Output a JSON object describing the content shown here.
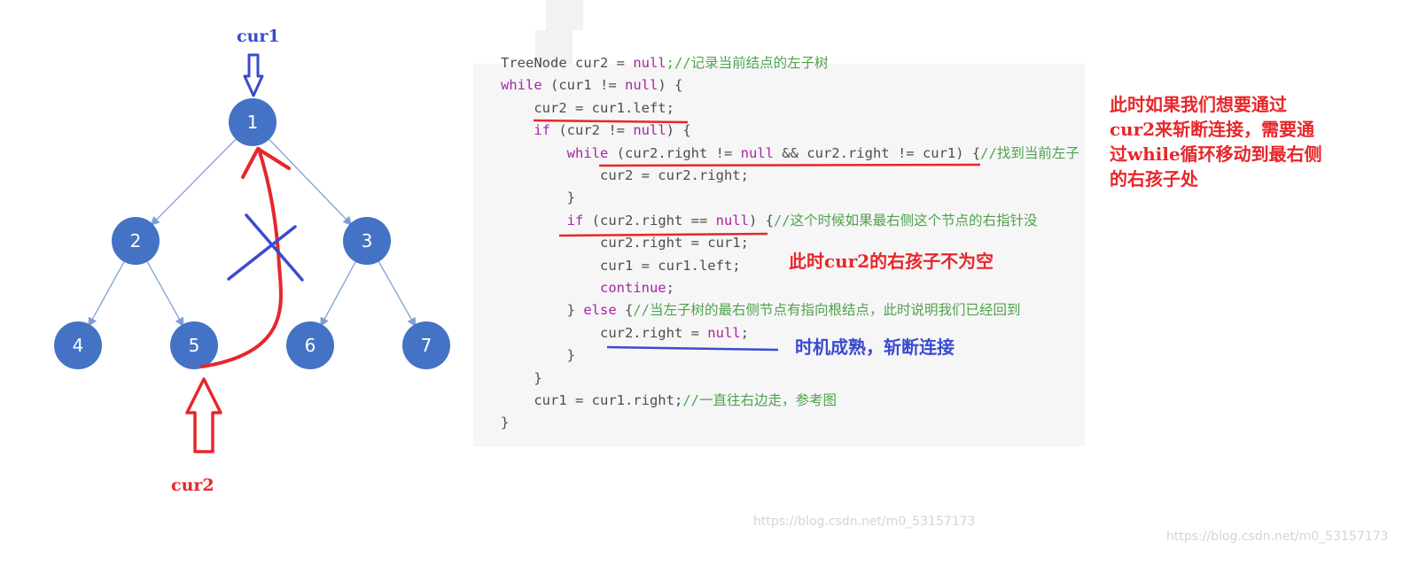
{
  "tree": {
    "nodes": [
      "1",
      "2",
      "3",
      "4",
      "5",
      "6",
      "7"
    ],
    "colors": {
      "node_fill": "#4472c4",
      "edge": "#7f9fd4",
      "red": "#e8262a",
      "blue": "#3a4bd0"
    }
  },
  "pointers": {
    "cur1": "cur1",
    "cur2": "cur2"
  },
  "code": {
    "lines": [
      [
        {
          "t": "TreeNode cur2 = "
        },
        {
          "t": "null",
          "c": "kw"
        },
        {
          "t": ";//记录当前结点的左子树",
          "c": "cm"
        }
      ],
      [
        {
          "t": "while",
          "c": "kw"
        },
        {
          "t": " (cur1 != "
        },
        {
          "t": "null",
          "c": "kw"
        },
        {
          "t": ") {"
        }
      ],
      [
        {
          "t": "    cur2 = cur1.left;"
        }
      ],
      [
        {
          "t": "    "
        },
        {
          "t": "if",
          "c": "kw"
        },
        {
          "t": " (cur2 != "
        },
        {
          "t": "null",
          "c": "kw"
        },
        {
          "t": ") {"
        }
      ],
      [
        {
          "t": "        "
        },
        {
          "t": "while",
          "c": "kw"
        },
        {
          "t": " (cur2.right != "
        },
        {
          "t": "null",
          "c": "kw"
        },
        {
          "t": " && cur2.right != cur1) {"
        },
        {
          "t": "//找到当前左子",
          "c": "cm"
        }
      ],
      [
        {
          "t": "            cur2 = cur2.right;"
        }
      ],
      [
        {
          "t": "        }"
        }
      ],
      [
        {
          "t": "        "
        },
        {
          "t": "if",
          "c": "kw"
        },
        {
          "t": " (cur2.right == "
        },
        {
          "t": "null",
          "c": "kw"
        },
        {
          "t": ") {"
        },
        {
          "t": "//这个时候如果最右侧这个节点的右指针没",
          "c": "cm"
        }
      ],
      [
        {
          "t": "            cur2.right = cur1;"
        }
      ],
      [
        {
          "t": "            cur1 = cur1.left;"
        }
      ],
      [
        {
          "t": "            "
        },
        {
          "t": "continue",
          "c": "kw"
        },
        {
          "t": ";"
        }
      ],
      [
        {
          "t": "        } "
        },
        {
          "t": "else",
          "c": "kw"
        },
        {
          "t": " {"
        },
        {
          "t": "//当左子树的最右侧节点有指向根结点，此时说明我们已经回到",
          "c": "cm"
        }
      ],
      [
        {
          "t": "            cur2.right = "
        },
        {
          "t": "null",
          "c": "kw"
        },
        {
          "t": ";"
        }
      ],
      [
        {
          "t": "        }"
        }
      ],
      [
        {
          "t": "    }"
        }
      ],
      [
        {
          "t": "    cur1 = cur1.right;"
        },
        {
          "t": "//一直往右边走，参考图",
          "c": "cm"
        }
      ],
      [
        {
          "t": "}"
        }
      ]
    ]
  },
  "annotations": {
    "right_note": "此时如果我们想要通过cur2来斩断连接，需要通过while循环移动到最右侧的右孩子处",
    "mid_note": "此时cur2的右孩子不为空",
    "blue_note": "时机成熟，斩断连接"
  },
  "watermarks": [
    "https://blog.csdn.net/m0_53157173",
    "https://blog.csdn.net/m0_53157173"
  ]
}
